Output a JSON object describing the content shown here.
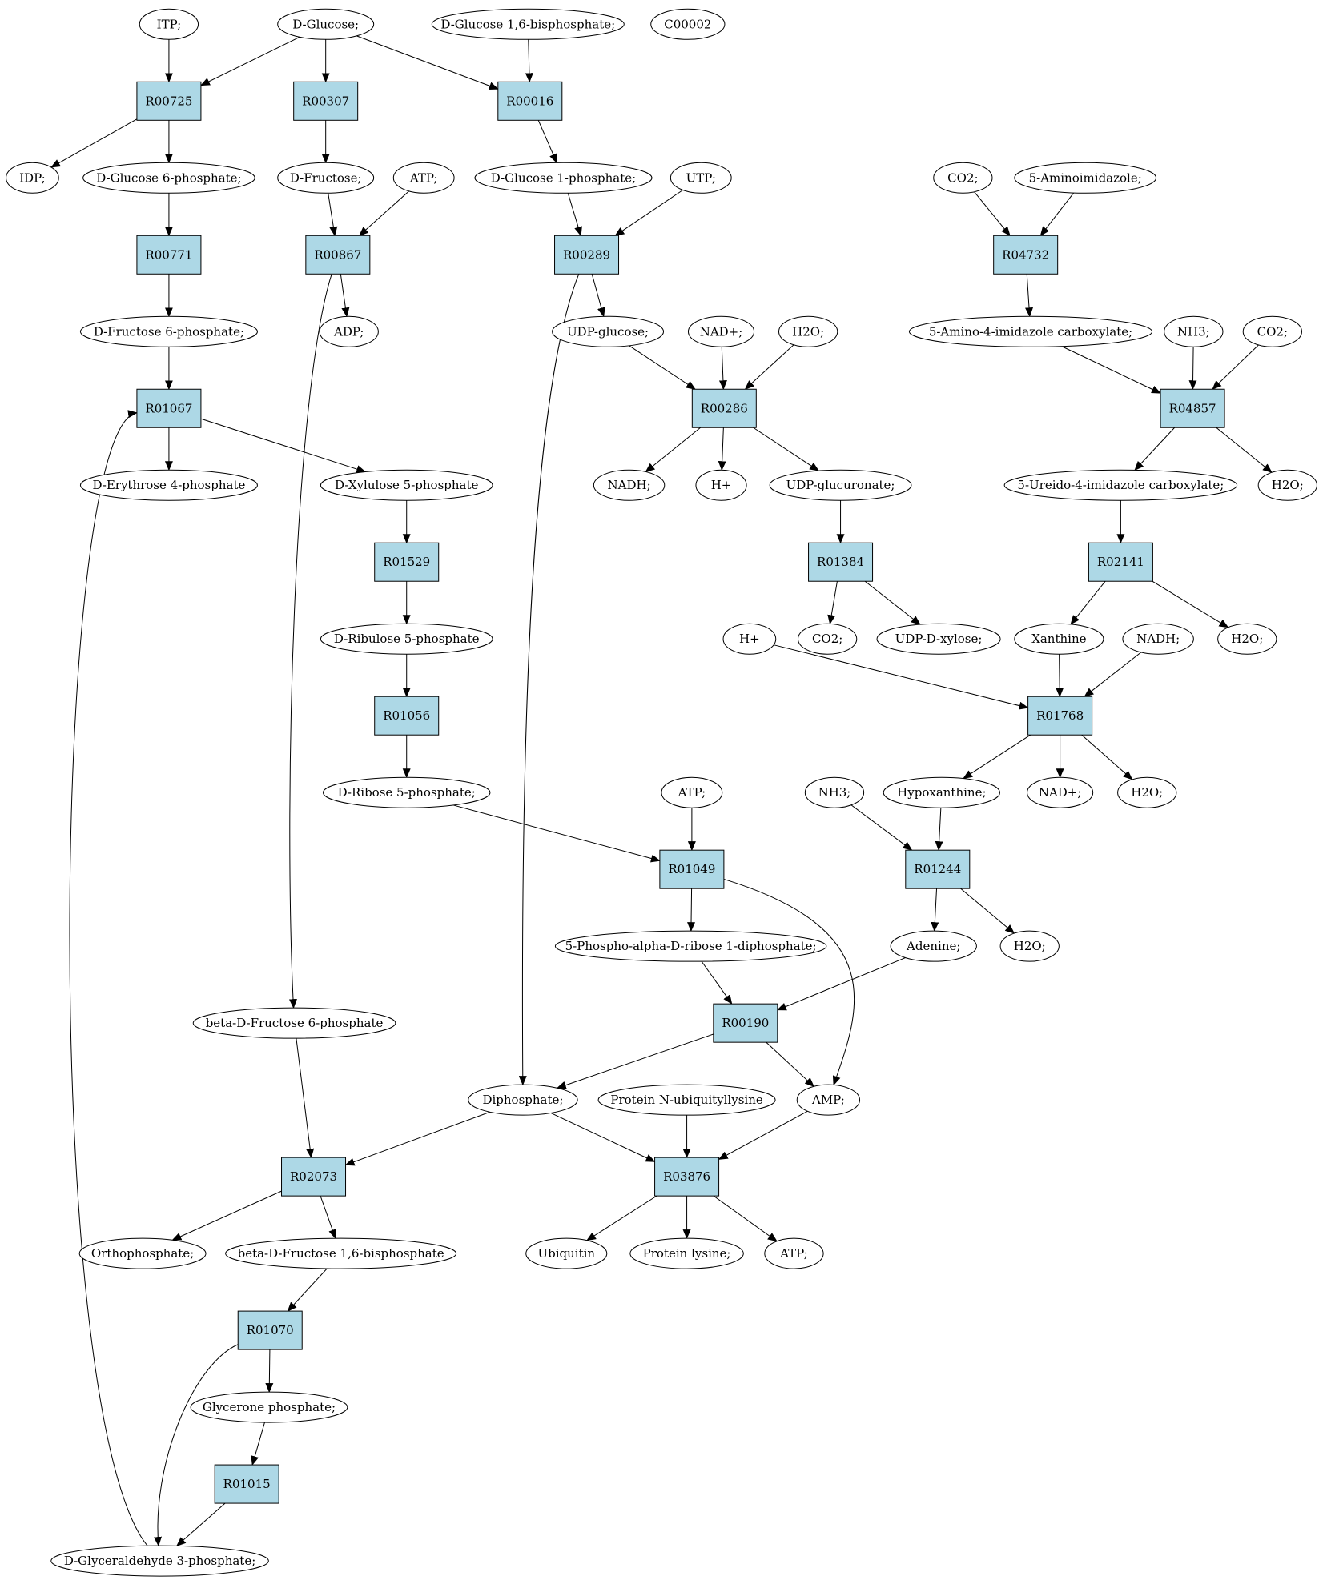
{
  "colors": {
    "reaction_fill": "#add8e6",
    "metabolite_fill": "#ffffff",
    "highlight_source": "#00ff00",
    "highlight_target": "#ffff00",
    "stroke": "#000000"
  },
  "nodes": [
    {
      "id": "m_itp",
      "label": "ITP;",
      "kind": "metabolite"
    },
    {
      "id": "m_dglucose",
      "label": "D-Glucose;",
      "kind": "metabolite",
      "highlight": "source"
    },
    {
      "id": "m_dg16bp",
      "label": "D-Glucose 1,6-bisphosphate;",
      "kind": "metabolite"
    },
    {
      "id": "m_c00002",
      "label": "C00002",
      "kind": "metabolite",
      "highlight": "target"
    },
    {
      "id": "r_R00725",
      "label": "R00725",
      "kind": "reaction"
    },
    {
      "id": "r_R00307",
      "label": "R00307",
      "kind": "reaction"
    },
    {
      "id": "r_R00016",
      "label": "R00016",
      "kind": "reaction"
    },
    {
      "id": "m_idp",
      "label": "IDP;",
      "kind": "metabolite"
    },
    {
      "id": "m_dg6p",
      "label": "D-Glucose 6-phosphate;",
      "kind": "metabolite"
    },
    {
      "id": "m_dfru",
      "label": "D-Fructose;",
      "kind": "metabolite"
    },
    {
      "id": "m_atp1",
      "label": "ATP;",
      "kind": "metabolite"
    },
    {
      "id": "m_dg1p",
      "label": "D-Glucose 1-phosphate;",
      "kind": "metabolite"
    },
    {
      "id": "m_utp",
      "label": "UTP;",
      "kind": "metabolite"
    },
    {
      "id": "m_co2a",
      "label": "CO2;",
      "kind": "metabolite"
    },
    {
      "id": "m_5ai",
      "label": "5-Aminoimidazole;",
      "kind": "metabolite"
    },
    {
      "id": "r_R00771",
      "label": "R00771",
      "kind": "reaction"
    },
    {
      "id": "r_R00867",
      "label": "R00867",
      "kind": "reaction"
    },
    {
      "id": "r_R00289",
      "label": "R00289",
      "kind": "reaction"
    },
    {
      "id": "r_R04732",
      "label": "R04732",
      "kind": "reaction"
    },
    {
      "id": "m_df6p",
      "label": "D-Fructose 6-phosphate;",
      "kind": "metabolite"
    },
    {
      "id": "m_adp",
      "label": "ADP;",
      "kind": "metabolite"
    },
    {
      "id": "m_udpg",
      "label": "UDP-glucose;",
      "kind": "metabolite"
    },
    {
      "id": "m_nadp",
      "label": "NAD+;",
      "kind": "metabolite"
    },
    {
      "id": "m_h2o1",
      "label": "H2O;",
      "kind": "metabolite"
    },
    {
      "id": "m_5a4ic",
      "label": "5-Amino-4-imidazole carboxylate;",
      "kind": "metabolite"
    },
    {
      "id": "m_nh3a",
      "label": "NH3;",
      "kind": "metabolite"
    },
    {
      "id": "m_co2b",
      "label": "CO2;",
      "kind": "metabolite"
    },
    {
      "id": "r_R01067",
      "label": "R01067",
      "kind": "reaction"
    },
    {
      "id": "r_R00286",
      "label": "R00286",
      "kind": "reaction"
    },
    {
      "id": "r_R04857",
      "label": "R04857",
      "kind": "reaction"
    },
    {
      "id": "m_de4p",
      "label": "D-Erythrose 4-phosphate",
      "kind": "metabolite"
    },
    {
      "id": "m_dx5p",
      "label": "D-Xylulose 5-phosphate",
      "kind": "metabolite"
    },
    {
      "id": "m_nadh1",
      "label": "NADH;",
      "kind": "metabolite"
    },
    {
      "id": "m_hplus1",
      "label": "H+",
      "kind": "metabolite"
    },
    {
      "id": "m_udpgluc",
      "label": "UDP-glucuronate;",
      "kind": "metabolite"
    },
    {
      "id": "m_5u4ic",
      "label": "5-Ureido-4-imidazole carboxylate;",
      "kind": "metabolite"
    },
    {
      "id": "m_h2o2",
      "label": "H2O;",
      "kind": "metabolite"
    },
    {
      "id": "r_R01529",
      "label": "R01529",
      "kind": "reaction"
    },
    {
      "id": "r_R01384",
      "label": "R01384",
      "kind": "reaction"
    },
    {
      "id": "r_R02141",
      "label": "R02141",
      "kind": "reaction"
    },
    {
      "id": "m_dru5p",
      "label": "D-Ribulose 5-phosphate",
      "kind": "metabolite"
    },
    {
      "id": "m_hplus2",
      "label": "H+",
      "kind": "metabolite"
    },
    {
      "id": "m_co2c",
      "label": "CO2;",
      "kind": "metabolite"
    },
    {
      "id": "m_udpxyl",
      "label": "UDP-D-xylose;",
      "kind": "metabolite"
    },
    {
      "id": "m_xanth",
      "label": "Xanthine",
      "kind": "metabolite"
    },
    {
      "id": "m_nadh2",
      "label": "NADH;",
      "kind": "metabolite"
    },
    {
      "id": "m_h2o3",
      "label": "H2O;",
      "kind": "metabolite"
    },
    {
      "id": "r_R01056",
      "label": "R01056",
      "kind": "reaction"
    },
    {
      "id": "r_R01768",
      "label": "R01768",
      "kind": "reaction"
    },
    {
      "id": "m_dr5p",
      "label": "D-Ribose 5-phosphate;",
      "kind": "metabolite"
    },
    {
      "id": "m_atp2",
      "label": "ATP;",
      "kind": "metabolite"
    },
    {
      "id": "m_nh3b",
      "label": "NH3;",
      "kind": "metabolite"
    },
    {
      "id": "m_hypox",
      "label": "Hypoxanthine;",
      "kind": "metabolite"
    },
    {
      "id": "m_nadp2",
      "label": "NAD+;",
      "kind": "metabolite"
    },
    {
      "id": "m_h2o4",
      "label": "H2O;",
      "kind": "metabolite"
    },
    {
      "id": "r_R01049",
      "label": "R01049",
      "kind": "reaction"
    },
    {
      "id": "r_R01244",
      "label": "R01244",
      "kind": "reaction"
    },
    {
      "id": "m_prpp",
      "label": "5-Phospho-alpha-D-ribose 1-diphosphate;",
      "kind": "metabolite"
    },
    {
      "id": "m_adenine",
      "label": "Adenine;",
      "kind": "metabolite"
    },
    {
      "id": "m_h2o5",
      "label": "H2O;",
      "kind": "metabolite"
    },
    {
      "id": "m_bdf6p",
      "label": "beta-D-Fructose 6-phosphate",
      "kind": "metabolite"
    },
    {
      "id": "r_R00190",
      "label": "R00190",
      "kind": "reaction"
    },
    {
      "id": "m_ppi",
      "label": "Diphosphate;",
      "kind": "metabolite"
    },
    {
      "id": "m_protub",
      "label": "Protein N-ubiquityllysine",
      "kind": "metabolite"
    },
    {
      "id": "m_amp",
      "label": "AMP;",
      "kind": "metabolite"
    },
    {
      "id": "r_R02073",
      "label": "R02073",
      "kind": "reaction"
    },
    {
      "id": "r_R03876",
      "label": "R03876",
      "kind": "reaction"
    },
    {
      "id": "m_pi",
      "label": "Orthophosphate;",
      "kind": "metabolite"
    },
    {
      "id": "m_bdf16bp",
      "label": "beta-D-Fructose 1,6-bisphosphate",
      "kind": "metabolite"
    },
    {
      "id": "m_ubiq",
      "label": "Ubiquitin",
      "kind": "metabolite"
    },
    {
      "id": "m_protlys",
      "label": "Protein lysine;",
      "kind": "metabolite"
    },
    {
      "id": "m_atp3",
      "label": "ATP;",
      "kind": "metabolite"
    },
    {
      "id": "r_R01070",
      "label": "R01070",
      "kind": "reaction"
    },
    {
      "id": "m_dhap",
      "label": "Glycerone phosphate;",
      "kind": "metabolite"
    },
    {
      "id": "r_R01015",
      "label": "R01015",
      "kind": "reaction"
    },
    {
      "id": "m_gap",
      "label": "D-Glyceraldehyde 3-phosphate;",
      "kind": "metabolite"
    }
  ],
  "edges": [
    [
      "m_itp",
      "r_R00725"
    ],
    [
      "m_dglucose",
      "r_R00725"
    ],
    [
      "m_dglucose",
      "r_R00307"
    ],
    [
      "m_dglucose",
      "r_R00016"
    ],
    [
      "m_dg16bp",
      "r_R00016"
    ],
    [
      "r_R00725",
      "m_idp"
    ],
    [
      "r_R00725",
      "m_dg6p"
    ],
    [
      "r_R00307",
      "m_dfru"
    ],
    [
      "r_R00016",
      "m_dg1p"
    ],
    [
      "m_dg6p",
      "r_R00771"
    ],
    [
      "m_dfru",
      "r_R00867"
    ],
    [
      "m_atp1",
      "r_R00867"
    ],
    [
      "m_dg1p",
      "r_R00289"
    ],
    [
      "m_utp",
      "r_R00289"
    ],
    [
      "m_co2a",
      "r_R04732"
    ],
    [
      "m_5ai",
      "r_R04732"
    ],
    [
      "r_R00771",
      "m_df6p"
    ],
    [
      "r_R00867",
      "m_adp"
    ],
    [
      "r_R00867",
      "m_bdf6p"
    ],
    [
      "r_R00289",
      "m_udpg"
    ],
    [
      "r_R00289",
      "m_ppi"
    ],
    [
      "r_R04732",
      "m_5a4ic"
    ],
    [
      "m_df6p",
      "r_R01067"
    ],
    [
      "m_udpg",
      "r_R00286"
    ],
    [
      "m_nadp",
      "r_R00286"
    ],
    [
      "m_h2o1",
      "r_R00286"
    ],
    [
      "m_5a4ic",
      "r_R04857"
    ],
    [
      "m_nh3a",
      "r_R04857"
    ],
    [
      "m_co2b",
      "r_R04857"
    ],
    [
      "r_R01067",
      "m_de4p"
    ],
    [
      "r_R01067",
      "m_dx5p"
    ],
    [
      "r_R00286",
      "m_nadh1"
    ],
    [
      "r_R00286",
      "m_hplus1"
    ],
    [
      "r_R00286",
      "m_udpgluc"
    ],
    [
      "r_R04857",
      "m_5u4ic"
    ],
    [
      "r_R04857",
      "m_h2o2"
    ],
    [
      "m_dx5p",
      "r_R01529"
    ],
    [
      "m_udpgluc",
      "r_R01384"
    ],
    [
      "m_5u4ic",
      "r_R02141"
    ],
    [
      "r_R01529",
      "m_dru5p"
    ],
    [
      "r_R01384",
      "m_co2c"
    ],
    [
      "r_R01384",
      "m_udpxyl"
    ],
    [
      "r_R02141",
      "m_xanth"
    ],
    [
      "r_R02141",
      "m_h2o3"
    ],
    [
      "m_dru5p",
      "r_R01056"
    ],
    [
      "m_hplus2",
      "r_R01768"
    ],
    [
      "m_xanth",
      "r_R01768"
    ],
    [
      "m_nadh2",
      "r_R01768"
    ],
    [
      "r_R01056",
      "m_dr5p"
    ],
    [
      "r_R01768",
      "m_hypox"
    ],
    [
      "r_R01768",
      "m_nadp2"
    ],
    [
      "r_R01768",
      "m_h2o4"
    ],
    [
      "m_dr5p",
      "r_R01049"
    ],
    [
      "m_atp2",
      "r_R01049"
    ],
    [
      "m_nh3b",
      "r_R01244"
    ],
    [
      "m_hypox",
      "r_R01244"
    ],
    [
      "r_R01049",
      "m_prpp"
    ],
    [
      "r_R01049",
      "m_amp"
    ],
    [
      "r_R01244",
      "m_adenine"
    ],
    [
      "r_R01244",
      "m_h2o5"
    ],
    [
      "m_prpp",
      "r_R00190"
    ],
    [
      "m_adenine",
      "r_R00190"
    ],
    [
      "r_R00190",
      "m_ppi"
    ],
    [
      "r_R00190",
      "m_amp"
    ],
    [
      "m_bdf6p",
      "r_R02073"
    ],
    [
      "m_ppi",
      "r_R02073"
    ],
    [
      "m_ppi",
      "r_R03876"
    ],
    [
      "m_protub",
      "r_R03876"
    ],
    [
      "m_amp",
      "r_R03876"
    ],
    [
      "r_R02073",
      "m_pi"
    ],
    [
      "r_R02073",
      "m_bdf16bp"
    ],
    [
      "r_R03876",
      "m_ubiq"
    ],
    [
      "r_R03876",
      "m_protlys"
    ],
    [
      "r_R03876",
      "m_atp3"
    ],
    [
      "m_bdf16bp",
      "r_R01070"
    ],
    [
      "r_R01070",
      "m_dhap"
    ],
    [
      "r_R01070",
      "m_gap"
    ],
    [
      "m_dhap",
      "r_R01015"
    ],
    [
      "r_R01015",
      "m_gap"
    ],
    [
      "m_gap",
      "r_R01067"
    ]
  ]
}
